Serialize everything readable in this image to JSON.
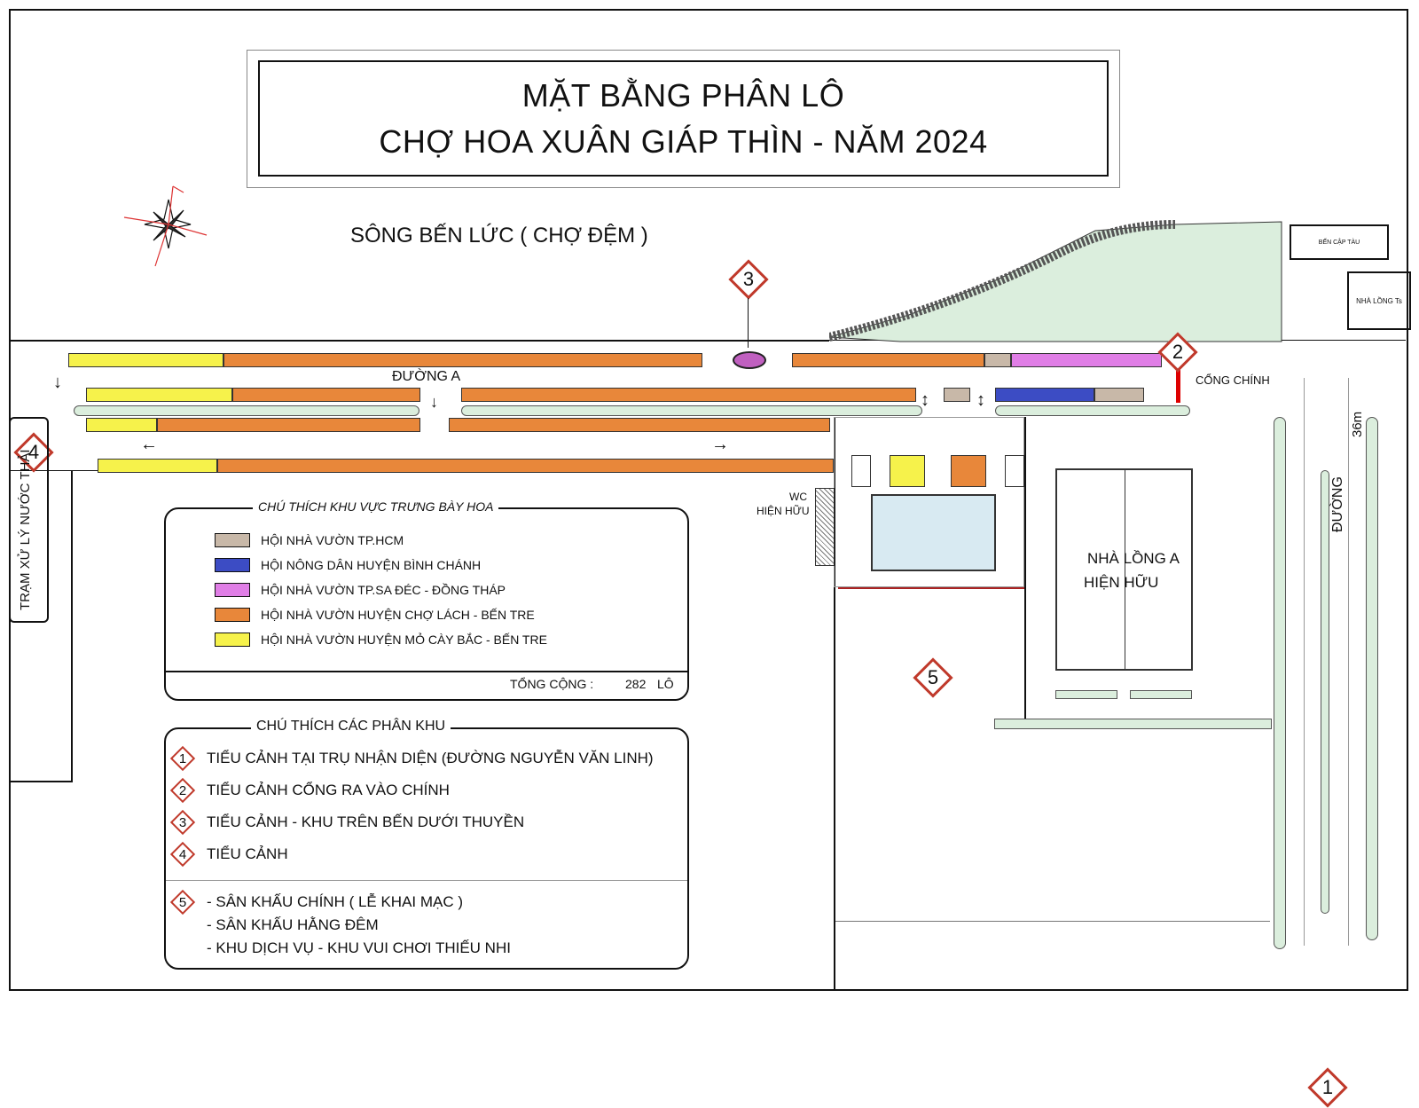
{
  "title": {
    "line1": "MẶT BẰNG PHÂN LÔ",
    "line2": "CHỢ HOA XUÂN GIÁP THÌN  - NĂM 2024"
  },
  "labels": {
    "river": "SÔNG BẾN LỨC ( CHỢ ĐỆM )",
    "road_a": "ĐƯỜNG  A",
    "main_gate": "CỔNG CHÍNH",
    "wc_line1": "WC",
    "wc_line2": "HIỆN HỮU",
    "hall_a_line1": "NHÀ LỒNG A",
    "hall_a_line2": "HIỆN HỮU",
    "road_36m": "ĐƯỜNG",
    "width_36m": "36m",
    "water_plant": "TRẠM XỬ LÝ NƯỚC THẢI",
    "ferry": "BẾN CẬP TÀU",
    "hall_ts": "NHÀ LỒNG Ts"
  },
  "legend": {
    "title": "CHÚ THÍCH KHU VỰC TRƯNG BÀY HOA",
    "items": [
      {
        "label": "HỘI NHÀ VƯỜN TP.HCM",
        "color": "#c8b8a8"
      },
      {
        "label": "HỘI NÔNG DÂN HUYỆN BÌNH CHÁNH",
        "color": "#3c4cc4"
      },
      {
        "label": "HỘI NHÀ VƯỜN TP.SA ĐÉC - ĐỒNG THÁP",
        "color": "#e07ee6"
      },
      {
        "label": "HỘI NHÀ VƯỜN HUYỆN CHỢ LÁCH - BẾN TRE",
        "color": "#e8873a"
      },
      {
        "label": "HỘI NHÀ VƯỜN HUYỆN MỎ CÀY BẮC - BẾN TRE",
        "color": "#f6f24b"
      }
    ],
    "total_label": "TỔNG CỘNG :",
    "total_value": "282",
    "total_unit": "LÔ"
  },
  "zones": {
    "title": "CHÚ THÍCH CÁC PHÂN KHU",
    "items": [
      {
        "num": "1",
        "label": "TIỂU CẢNH TẠI TRỤ NHẬN DIỆN (ĐƯỜNG NGUYỄN VĂN LINH)"
      },
      {
        "num": "2",
        "label": "TIỂU CẢNH CỔNG RA VÀO CHÍNH"
      },
      {
        "num": "3",
        "label": "TIỂU CẢNH - KHU TRÊN BẾN DƯỚI THUYỀN"
      },
      {
        "num": "4",
        "label": "TIỂU CẢNH"
      }
    ],
    "stage": {
      "num": "5",
      "lines": [
        "- SÂN KHẤU CHÍNH ( LỄ KHAI MẠC )",
        "- SÂN KHẤU HẰNG ĐÊM",
        "- KHU DỊCH VỤ - KHU VUI CHƠI THIẾU NHI"
      ]
    }
  },
  "map_markers": {
    "m1": "1",
    "m2": "2",
    "m3": "3",
    "m4": "4",
    "m5": "5"
  }
}
